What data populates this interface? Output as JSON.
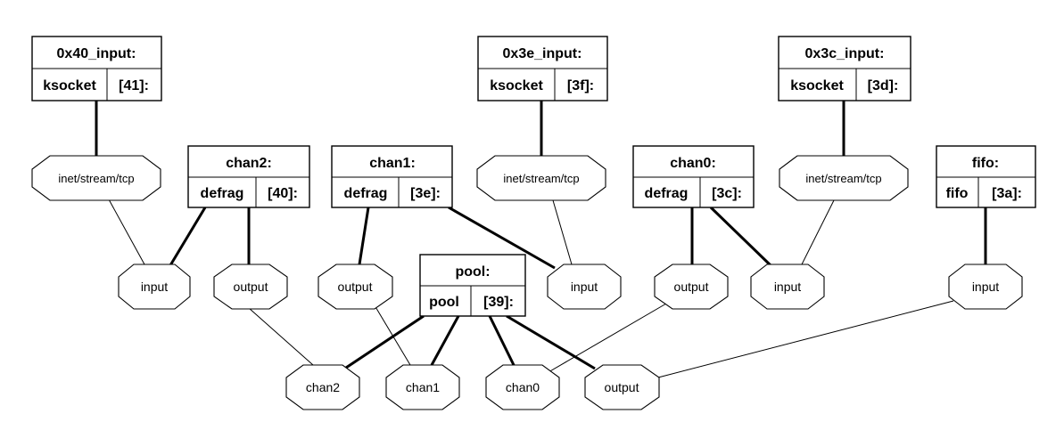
{
  "nodes": {
    "x40": {
      "title": "0x40_input:",
      "type": "ksocket",
      "id": "[41]:"
    },
    "x3e": {
      "title": "0x3e_input:",
      "type": "ksocket",
      "id": "[3f]:"
    },
    "x3c": {
      "title": "0x3c_input:",
      "type": "ksocket",
      "id": "[3d]:"
    },
    "chan2": {
      "title": "chan2:",
      "type": "defrag",
      "id": "[40]:"
    },
    "chan1": {
      "title": "chan1:",
      "type": "defrag",
      "id": "[3e]:"
    },
    "chan0": {
      "title": "chan0:",
      "type": "defrag",
      "id": "[3c]:"
    },
    "fifo": {
      "title": "fifo:",
      "type": "fifo",
      "id": "[3a]:"
    },
    "pool": {
      "title": "pool:",
      "type": "pool",
      "id": "[39]:"
    }
  },
  "hooks": {
    "tcp40": "inet/stream/tcp",
    "tcp3e": "inet/stream/tcp",
    "tcp3c": "inet/stream/tcp",
    "in40": "input",
    "out2": "output",
    "out1": "output",
    "in3e": "input",
    "out0": "output",
    "in3c": "input",
    "infifo": "input",
    "pchan2": "chan2",
    "pchan1": "chan1",
    "pchan0": "chan0",
    "poutput": "output"
  }
}
